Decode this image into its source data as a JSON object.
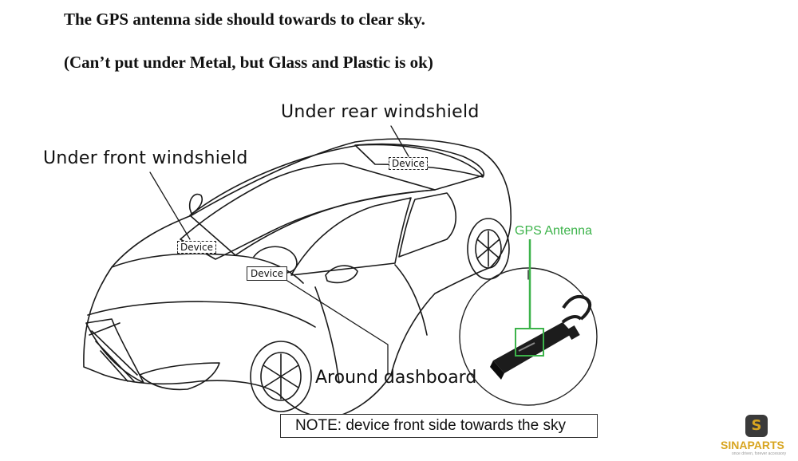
{
  "header": {
    "line1": "The GPS antenna side should towards to clear sky.",
    "line2": "(Can’t put under Metal, but Glass and Plastic is ok)"
  },
  "labels": {
    "rear_windshield": "Under rear windshield",
    "front_windshield": "Under front windshield",
    "dashboard": "Around dashboard",
    "gps_antenna": "GPS Antenna"
  },
  "device_tags": {
    "rear": "Device",
    "front": "Device",
    "dashboard": "Device"
  },
  "note": "NOTE: device front side towards the sky",
  "logo": {
    "badge": "S",
    "brand": "SINAPARTS",
    "tagline": "once driven, forever accessory"
  },
  "colors": {
    "gps_green": "#3cb34a",
    "line": "#1a1a1a",
    "logo_gold": "#d8a520",
    "logo_dark": "#3a3a3a"
  },
  "icons": {
    "car": "car-outline-icon",
    "antenna": "gps-antenna-icon",
    "logo": "sinaparts-logo-icon"
  }
}
